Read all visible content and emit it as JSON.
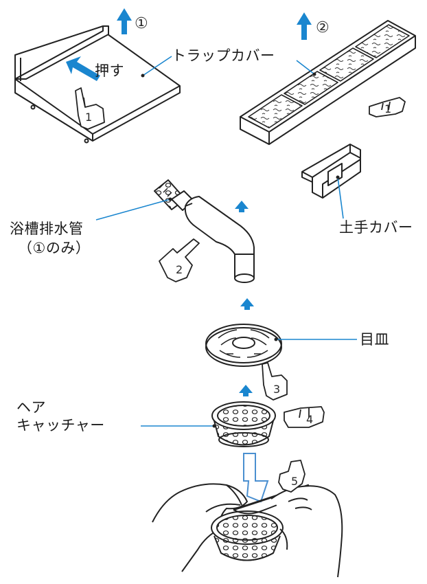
{
  "steps": {
    "step1_marker": "①",
    "step2_marker": "②"
  },
  "labels": {
    "push": "押す",
    "trap_cover": "トラップカバー",
    "bank_cover": "土手カバー",
    "bath_drain_pipe_line1": "浴槽排水管",
    "bath_drain_pipe_line2": "（①のみ）",
    "grate": "目皿",
    "hair_catcher_line1": "ヘア",
    "hair_catcher_line2": "キャッチャー"
  },
  "hand_numbers": [
    "1",
    "1",
    "2",
    "3",
    "4",
    "5"
  ],
  "colors": {
    "arrow_blue": "#1a86cf",
    "leader_blue": "#1a86cf",
    "line": "#222222"
  }
}
